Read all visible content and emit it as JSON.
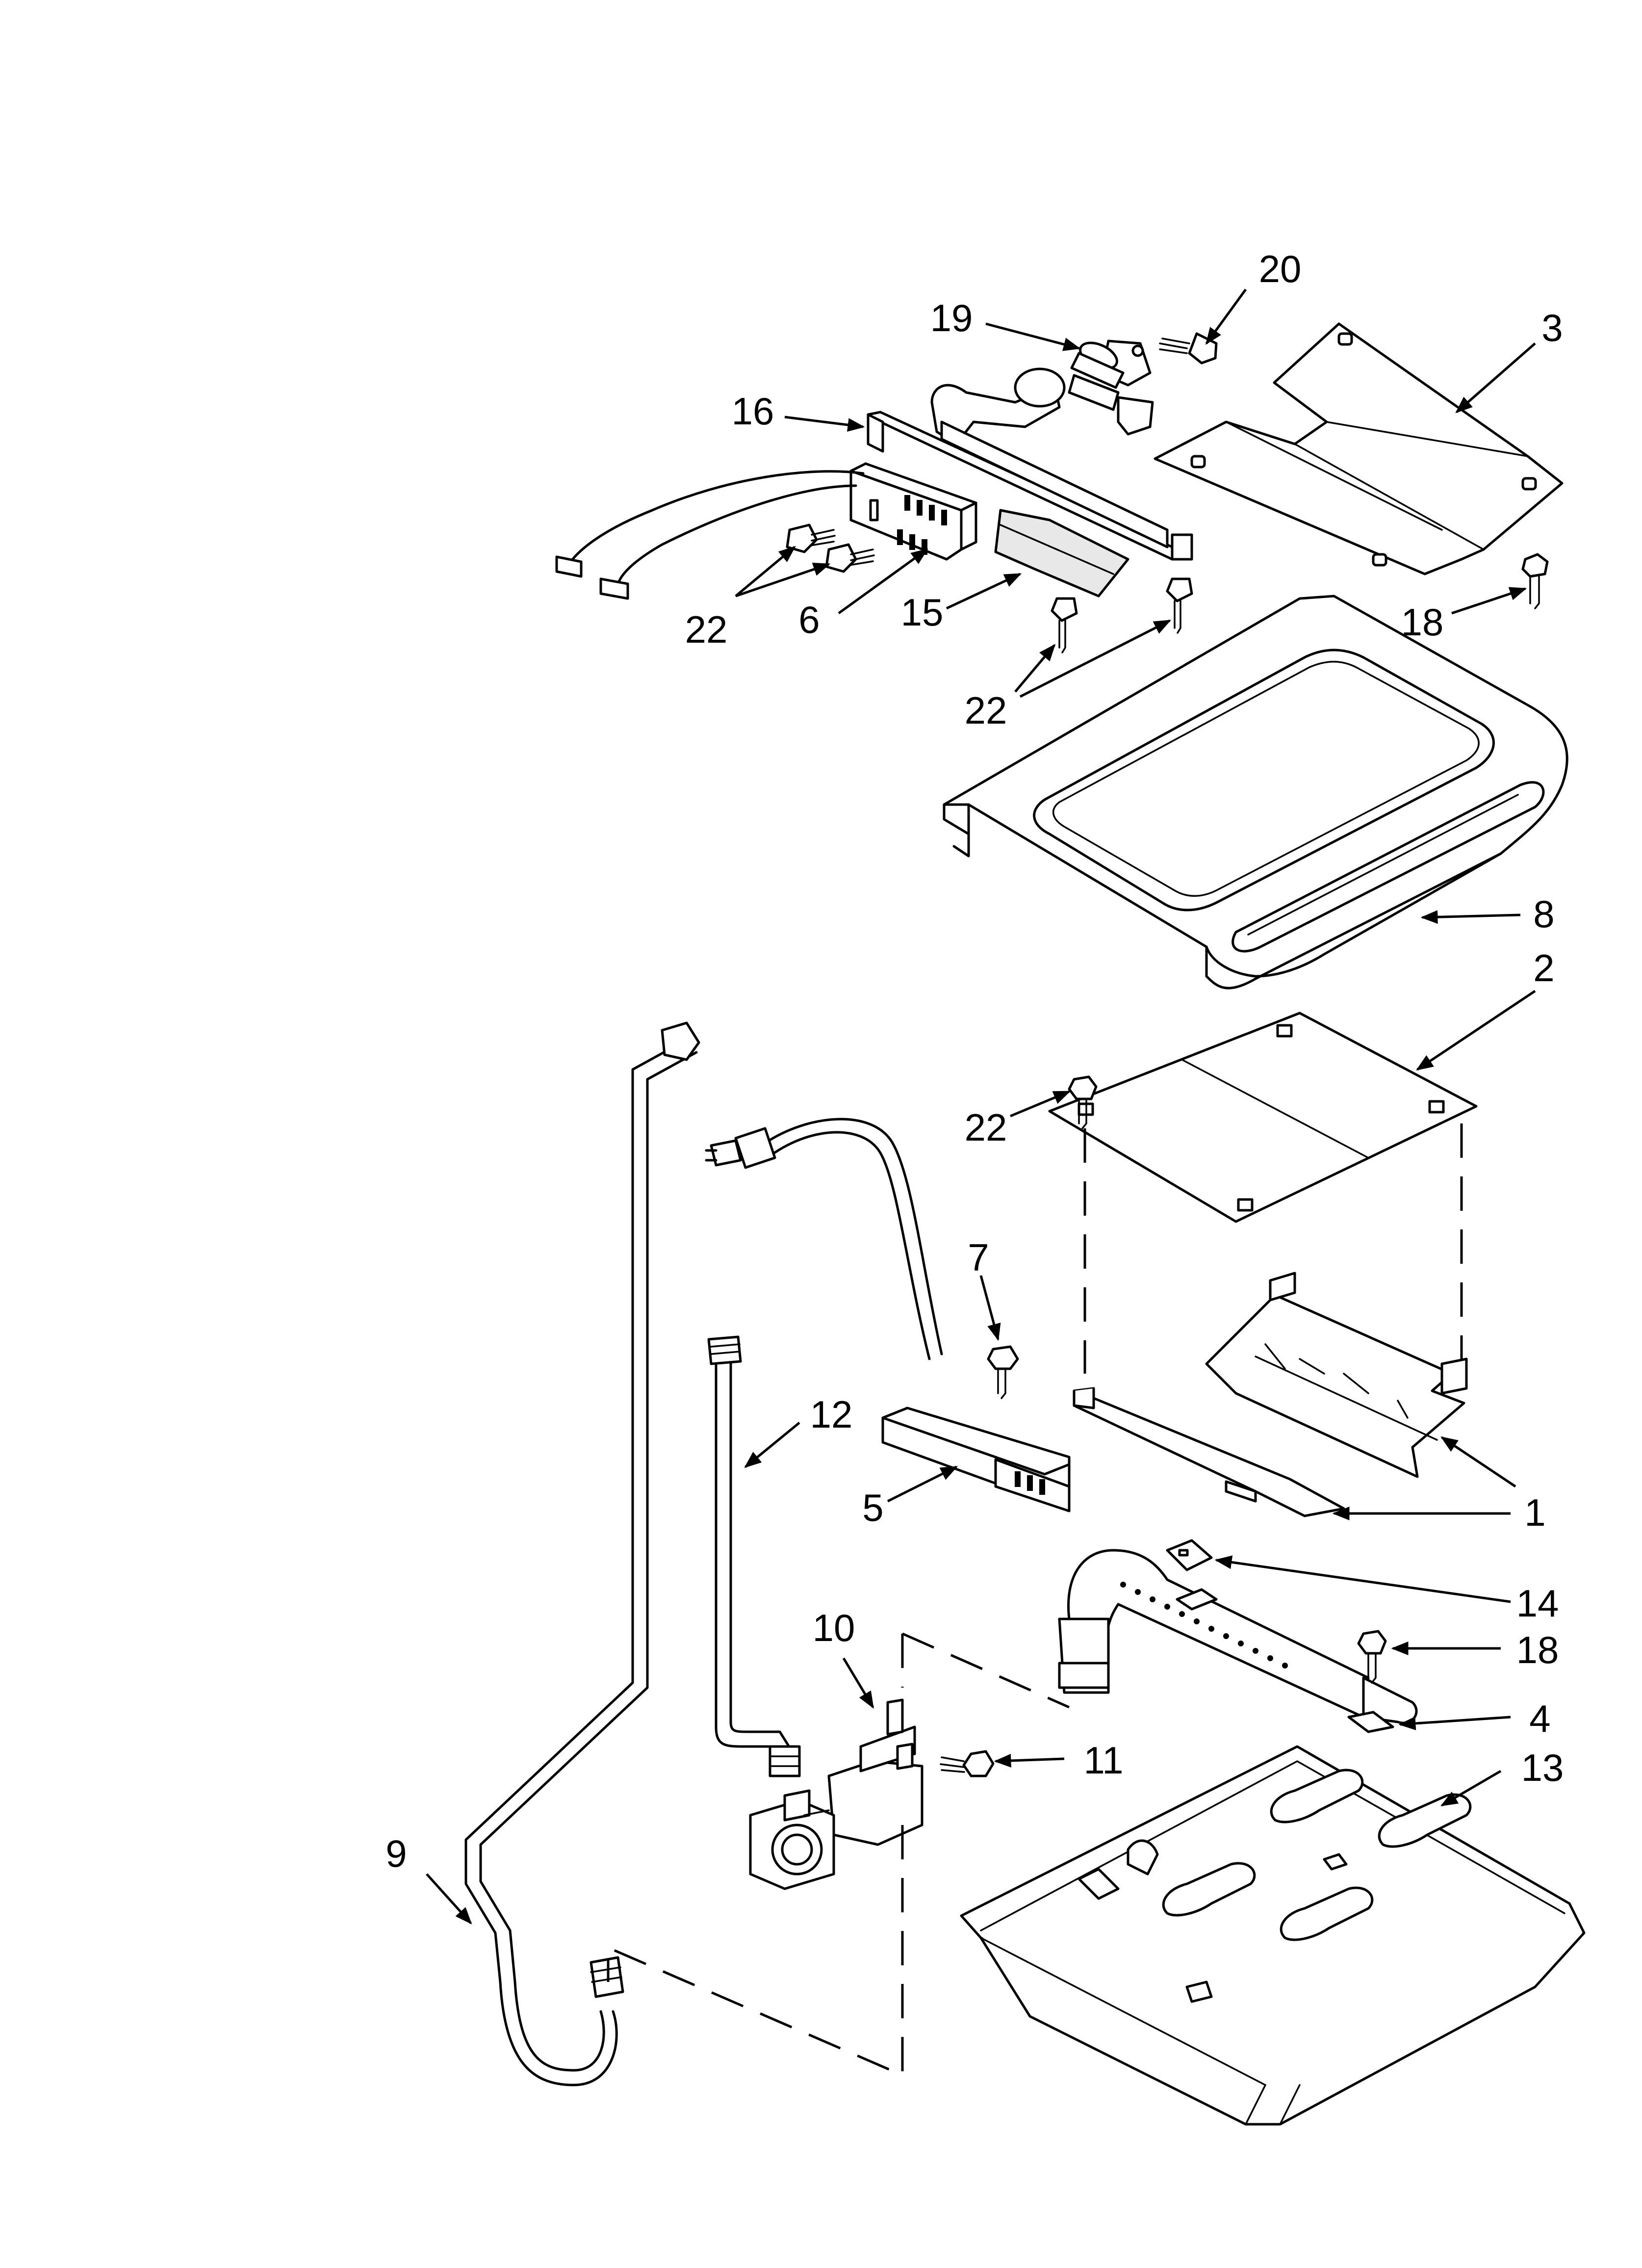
{
  "callouts": [
    {
      "id": "c20",
      "text": "20"
    },
    {
      "id": "c19",
      "text": "19"
    },
    {
      "id": "c3",
      "text": "3"
    },
    {
      "id": "c16",
      "text": "16"
    },
    {
      "id": "c22a",
      "text": "22"
    },
    {
      "id": "c6",
      "text": "6"
    },
    {
      "id": "c15",
      "text": "15"
    },
    {
      "id": "c18a",
      "text": "18"
    },
    {
      "id": "c22b",
      "text": "22"
    },
    {
      "id": "c8",
      "text": "8"
    },
    {
      "id": "c2",
      "text": "2"
    },
    {
      "id": "c22c",
      "text": "22"
    },
    {
      "id": "c7",
      "text": "7"
    },
    {
      "id": "c12",
      "text": "12"
    },
    {
      "id": "c5",
      "text": "5"
    },
    {
      "id": "c1",
      "text": "1"
    },
    {
      "id": "c14",
      "text": "14"
    },
    {
      "id": "c10",
      "text": "10"
    },
    {
      "id": "c18b",
      "text": "18"
    },
    {
      "id": "c4",
      "text": "4"
    },
    {
      "id": "c11",
      "text": "11"
    },
    {
      "id": "c13",
      "text": "13"
    },
    {
      "id": "c9",
      "text": "9"
    }
  ]
}
